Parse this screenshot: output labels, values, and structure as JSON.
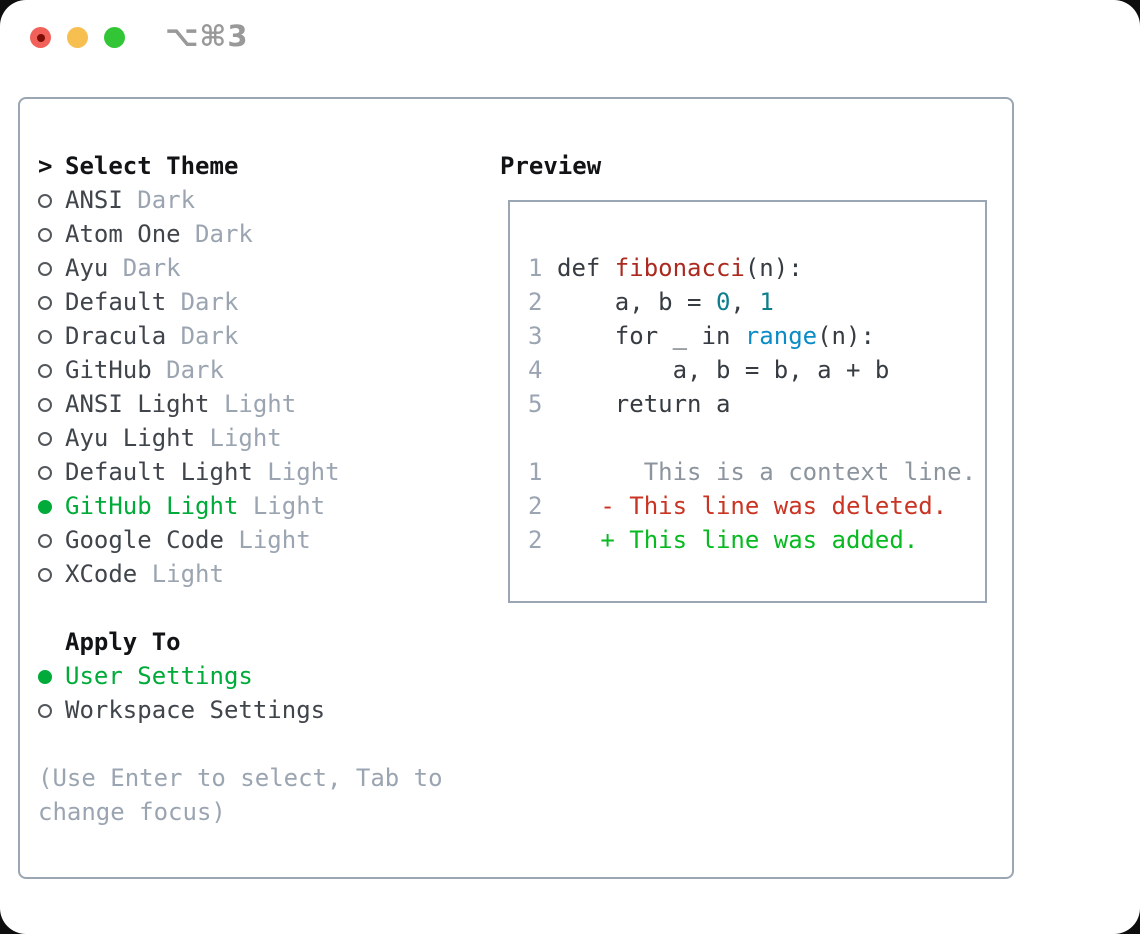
{
  "titlebar": {
    "title": "⌥⌘3",
    "traffic_lights": [
      "close-button",
      "minimize-button",
      "zoom-button"
    ]
  },
  "theme_list": {
    "cursor": ">",
    "heading": "Select Theme",
    "items": [
      {
        "name": "ANSI",
        "variant": "Dark",
        "selected": false
      },
      {
        "name": "Atom One",
        "variant": "Dark",
        "selected": false
      },
      {
        "name": "Ayu",
        "variant": "Dark",
        "selected": false
      },
      {
        "name": "Default",
        "variant": "Dark",
        "selected": false
      },
      {
        "name": "Dracula",
        "variant": "Dark",
        "selected": false
      },
      {
        "name": "GitHub",
        "variant": "Dark",
        "selected": false
      },
      {
        "name": "ANSI Light",
        "variant": "Light",
        "selected": false
      },
      {
        "name": "Ayu Light",
        "variant": "Light",
        "selected": false
      },
      {
        "name": "Default Light",
        "variant": "Light",
        "selected": false
      },
      {
        "name": "GitHub Light",
        "variant": "Light",
        "selected": true
      },
      {
        "name": "Google Code",
        "variant": "Light",
        "selected": false
      },
      {
        "name": "XCode",
        "variant": "Light",
        "selected": false
      }
    ]
  },
  "apply_to": {
    "heading": "Apply To",
    "options": [
      {
        "name": "User Settings",
        "selected": true
      },
      {
        "name": "Workspace Settings",
        "selected": false
      }
    ]
  },
  "help_lines": [
    "(Use Enter to select, Tab to",
    "change focus)"
  ],
  "preview": {
    "heading": "Preview",
    "code_lines": [
      {
        "num": "1",
        "parts": [
          [
            "def ",
            "plain"
          ],
          [
            "fibonacci",
            "func"
          ],
          [
            "(n):",
            "plain"
          ]
        ]
      },
      {
        "num": "2",
        "parts": [
          [
            "    a, b = ",
            "plain"
          ],
          [
            "0",
            "numlit"
          ],
          [
            ", ",
            "plain"
          ],
          [
            "1",
            "numlit"
          ]
        ]
      },
      {
        "num": "3",
        "parts": [
          [
            "    for _ in ",
            "plain"
          ],
          [
            "range",
            "builtin"
          ],
          [
            "(n):",
            "plain"
          ]
        ]
      },
      {
        "num": "4",
        "parts": [
          [
            "        a, b = b, a + b",
            "plain"
          ]
        ]
      },
      {
        "num": "5",
        "parts": [
          [
            "    return a",
            "plain"
          ]
        ]
      },
      {
        "num": "",
        "parts": []
      },
      {
        "num": "1",
        "parts": [
          [
            "      This is a context line.",
            "context"
          ]
        ]
      },
      {
        "num": "2",
        "parts": [
          [
            "   - This line was deleted.",
            "deleted"
          ]
        ]
      },
      {
        "num": "2",
        "parts": [
          [
            "   + This line was added.",
            "added"
          ]
        ]
      }
    ]
  },
  "colors": {
    "green": "#00ab39",
    "func_red": "#ab2a20",
    "num_teal": "#0e7e8c",
    "builtin_blue": "#0b8cc6",
    "del_red": "#c93423",
    "add_green": "#06ba20",
    "muted": "#9ba5b1",
    "border": "#9aa6b4",
    "text_dark": "#40454b",
    "heading": "#111315",
    "code_text": "#363c42",
    "context_gray": "#8c949d",
    "linenum": "#9aa4b2",
    "title_gray": "#999999",
    "tl_red": "#f1615a",
    "tl_red_dot": "#7e0d06",
    "tl_yellow": "#f7bf4f",
    "tl_green": "#32c637"
  }
}
